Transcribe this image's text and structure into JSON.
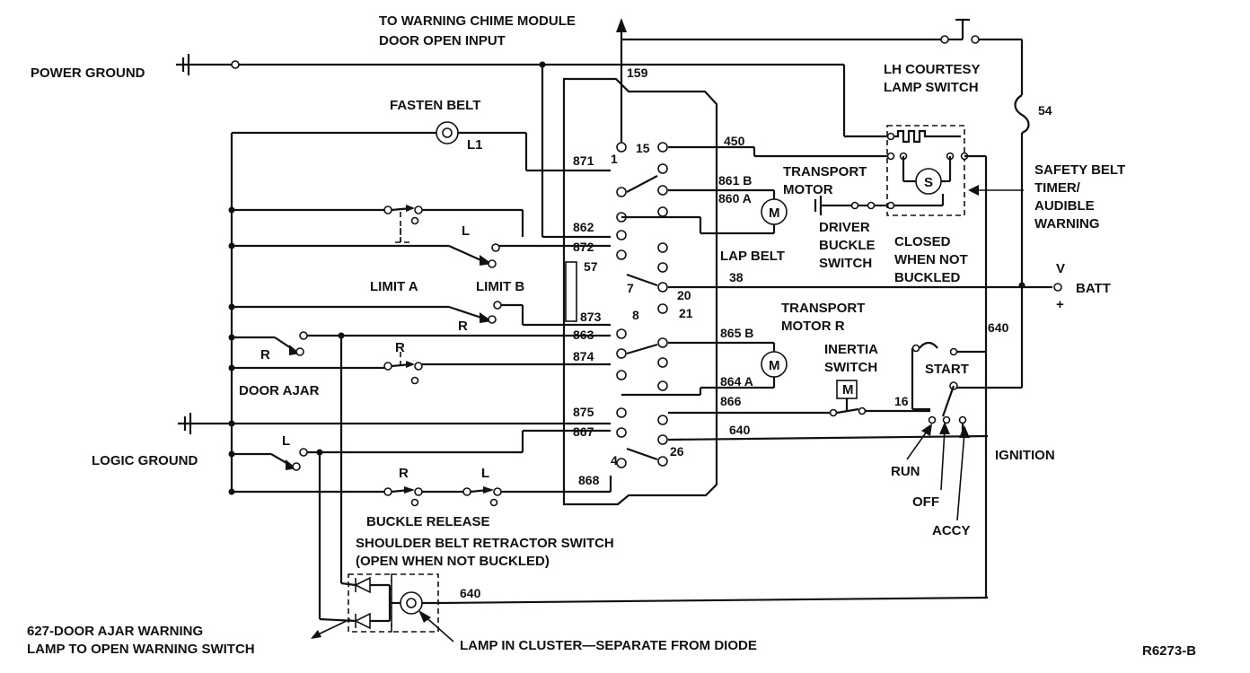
{
  "labels": {
    "warning_chime": "TO WARNING CHIME MODULE",
    "door_open_input": "DOOR OPEN INPUT",
    "power_ground": "POWER GROUND",
    "fasten_belt": "FASTEN BELT",
    "l1": "L1",
    "lh_courtesy_1": "LH COURTESY",
    "lh_courtesy_2": "LAMP SWITCH",
    "w54": "54",
    "safety_belt_1": "SAFETY BELT",
    "safety_belt_2": "TIMER/",
    "safety_belt_3": "AUDIBLE",
    "safety_belt_4": "WARNING",
    "transport_motor_1": "TRANSPORT",
    "transport_motor_2": "MOTOR",
    "driver_buckle_1": "DRIVER",
    "driver_buckle_2": "BUCKLE",
    "driver_buckle_3": "SWITCH",
    "closed_1": "CLOSED",
    "closed_2": "WHEN NOT",
    "closed_3": "BUCKLED",
    "lap_belt": "LAP BELT",
    "v": "V",
    "batt": "BATT",
    "plus": "+",
    "limit_a": "LIMIT A",
    "limit_b": "LIMIT B",
    "l_sw1": "L",
    "r_sw2": "R",
    "r_sw3": "R",
    "r_sw4": "R",
    "l_sw5": "L",
    "r_buckle": "R",
    "l_buckle": "L",
    "door_ajar": "DOOR AJAR",
    "logic_ground": "LOGIC GROUND",
    "transport_motor_r_1": "TRANSPORT",
    "transport_motor_r_2": "MOTOR R",
    "inertia_1": "INERTIA",
    "inertia_2": "SWITCH",
    "start": "START",
    "w640_right": "640",
    "ignition": "IGNITION",
    "run": "RUN",
    "off": "OFF",
    "accy": "ACCY",
    "buckle_release": "BUCKLE RELEASE",
    "shoulder_1": "SHOULDER BELT RETRACTOR SWITCH",
    "shoulder_2": "(OPEN WHEN NOT BUCKLED)",
    "w640_bottom": "640",
    "door_warning_1": "627-DOOR AJAR WARNING",
    "door_warning_2": "LAMP TO OPEN WARNING SWITCH",
    "lamp_in_cluster": "LAMP IN CLUSTER—SEPARATE FROM DIODE",
    "ref": "R6273-B",
    "m_inertia": "M"
  },
  "wires": {
    "w159": "159",
    "w450": "450",
    "w871": "871",
    "w861b": "861 B",
    "w860a": "860 A",
    "w862": "862",
    "w872": "872",
    "w57": "57",
    "w38": "38",
    "w873": "873",
    "w863": "863",
    "w865b": "865 B",
    "w874": "874",
    "w864a": "864 A",
    "w866": "866",
    "w16": "16",
    "w875": "875",
    "w867": "867",
    "w640_mid": "640",
    "w868": "868"
  },
  "pins": {
    "p1": "1",
    "p15": "15",
    "p7": "7",
    "p20": "20",
    "p8": "8",
    "p21": "21",
    "p4": "4",
    "p26": "26"
  },
  "components": {
    "motor_upper": "M",
    "motor_lower": "M",
    "solenoid": "S"
  }
}
